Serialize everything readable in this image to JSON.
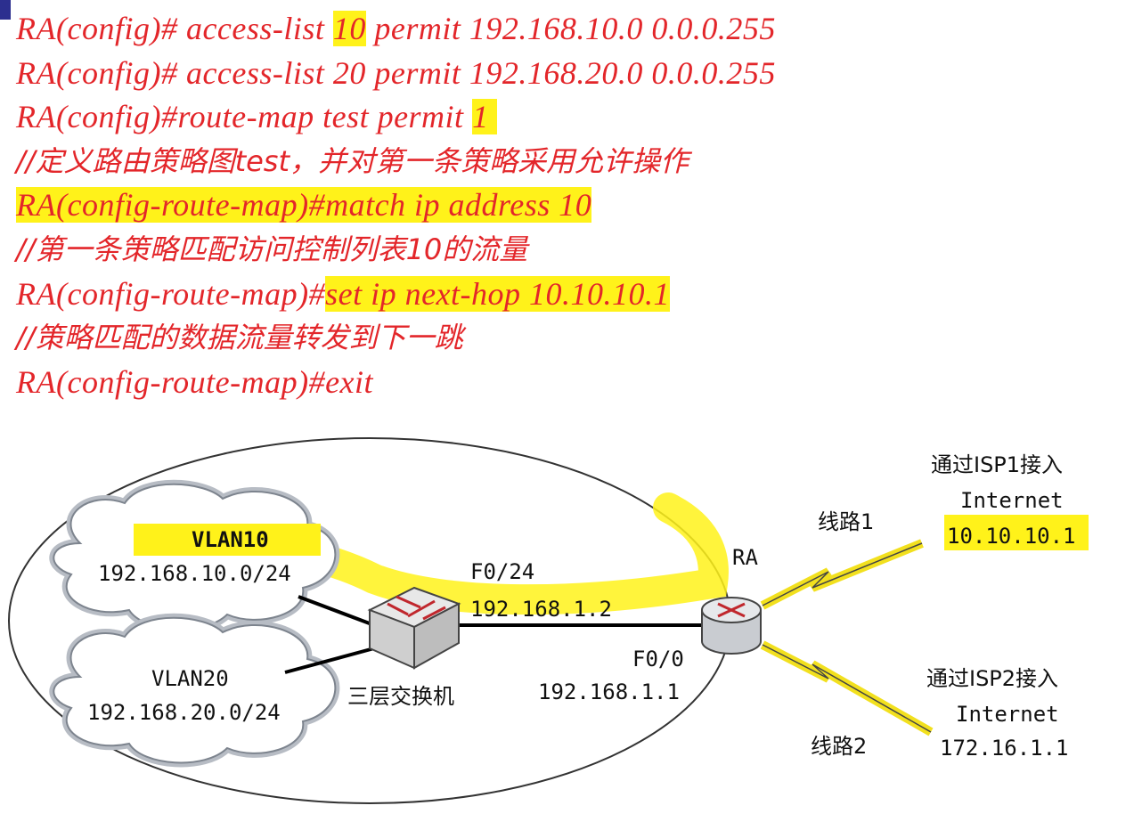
{
  "code": {
    "lines": [
      {
        "pre": "RA(config)# access-list ",
        "hl": "10",
        "post": " permit 192.168.10.0 0.0.0.255"
      },
      {
        "pre": "RA(config)# access-list 20 permit 192.168.20.0 0.0.0.255",
        "hl": "",
        "post": ""
      },
      {
        "pre": "RA(config)#route-map test permit ",
        "hl": "1 ",
        "post": ""
      },
      {
        "comment": "//定义路由策略图test，并对第一条策略采用允许操作"
      },
      {
        "pre": "",
        "hl": "RA(config-route-map)#match ip address 10",
        "post": ""
      },
      {
        "comment": "//第一条策略匹配访问控制列表10的流量"
      },
      {
        "pre": "RA(config-route-map)#",
        "hl": "set ip next-hop 10.10.10.1",
        "post": ""
      },
      {
        "comment": "//策略匹配的数据流量转发到下一跳"
      },
      {
        "pre": "RA(config-route-map)#exit",
        "hl": "",
        "post": ""
      }
    ]
  },
  "diagram": {
    "vlan10_name": "VLAN10",
    "vlan10_net": "192.168.10.0/24",
    "vlan20_name": "VLAN20",
    "vlan20_net": "192.168.20.0/24",
    "switch_label": "三层交换机",
    "switch_port": "F0/24",
    "switch_ip": "192.168.1.2",
    "router_label": "RA",
    "router_port": "F0/0",
    "router_ip": "192.168.1.1",
    "line1_label": "线路1",
    "line2_label": "线路2",
    "isp1_title": "通过ISP1接入",
    "isp1_internet": "Internet",
    "isp1_ip": "10.10.10.1",
    "isp2_title": "通过ISP2接入",
    "isp2_internet": "Internet",
    "isp2_ip": "172.16.1.1",
    "highlight_color": "#fff21a",
    "code_color": "#e3262a"
  }
}
